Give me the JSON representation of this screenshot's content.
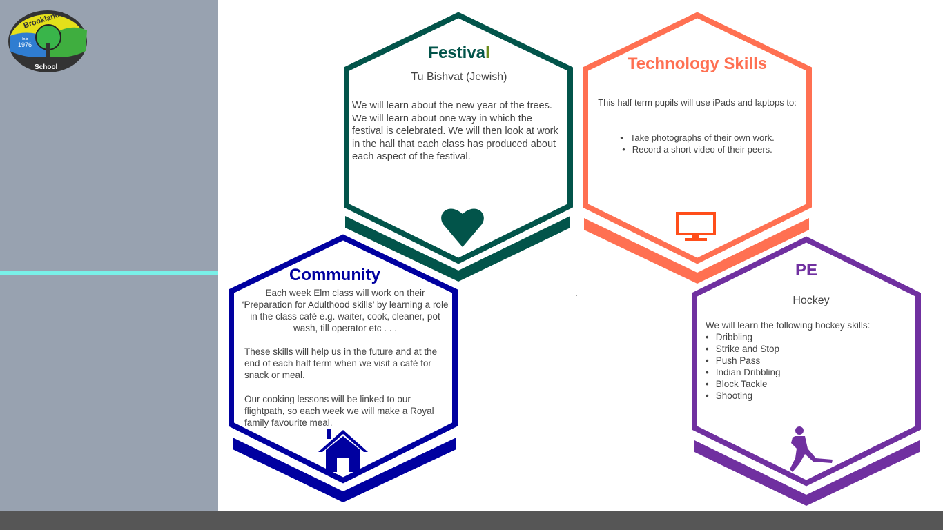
{
  "logo": {
    "top_text": "Brooklands",
    "bottom_text": "School",
    "est": "EST",
    "year": "1976"
  },
  "colors": {
    "festival": "#02544a",
    "technology": "#ff7052",
    "community": "#0000a0",
    "pe": "#7030a0"
  },
  "festival": {
    "title": "Festiva",
    "title_last": "l",
    "subtitle": "Tu Bishvat (Jewish)",
    "body": "We will learn about the new year of the trees. We will learn about one way in which the festival is celebrated. We will then look at work in the hall that each class has produced about each aspect of the festival.",
    "icon": "heart-icon"
  },
  "technology": {
    "title": "Technology Skills",
    "intro": "This half term pupils will use iPads and laptops to:",
    "items": [
      "Take photographs of their own work.",
      "Record a short video of their peers."
    ],
    "icon": "monitor-icon"
  },
  "community": {
    "title": "Community",
    "p1": "Each week Elm class will work on their ‘Preparation for Adulthood skills’ by learning a role in the class café e.g. waiter, cook, cleaner, pot wash, till operator etc . . .",
    "p2": "These skills will help us in the future and at the end of each half term when we visit a café for snack or meal.",
    "p3": "Our cooking lessons will be linked to our flightpath, so each week we will make a Royal family favourite meal.",
    "icon": "house-icon"
  },
  "pe": {
    "title": "PE",
    "subtitle": "Hockey",
    "intro": "We will learn the following hockey skills:",
    "items": [
      "Dribbling",
      "Strike and Stop",
      "Push Pass",
      "Indian Dribbling",
      "Block Tackle",
      "Shooting"
    ],
    "icon": "runner-icon"
  }
}
